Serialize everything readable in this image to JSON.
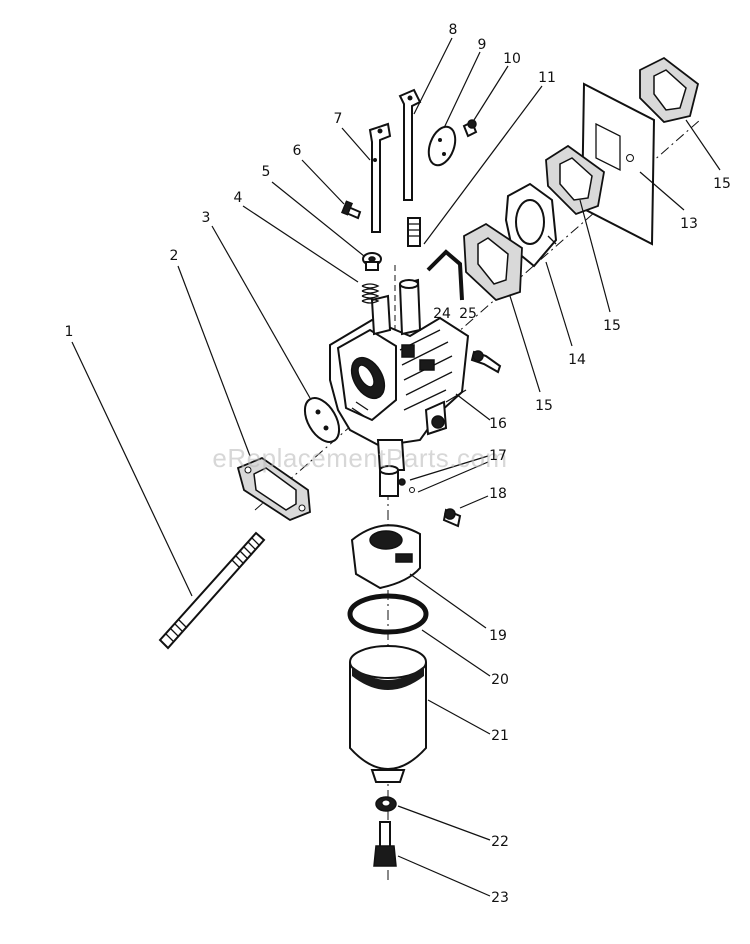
{
  "watermark": "eReplacementParts.com",
  "callouts": [
    {
      "id": "1",
      "label": "1"
    },
    {
      "id": "2",
      "label": "2"
    },
    {
      "id": "3",
      "label": "3"
    },
    {
      "id": "4",
      "label": "4"
    },
    {
      "id": "5",
      "label": "5"
    },
    {
      "id": "6",
      "label": "6"
    },
    {
      "id": "7",
      "label": "7"
    },
    {
      "id": "8",
      "label": "8"
    },
    {
      "id": "9",
      "label": "9"
    },
    {
      "id": "10",
      "label": "10"
    },
    {
      "id": "11",
      "label": "11"
    },
    {
      "id": "13",
      "label": "13"
    },
    {
      "id": "14",
      "label": "14"
    },
    {
      "id": "15a",
      "label": "15"
    },
    {
      "id": "15b",
      "label": "15"
    },
    {
      "id": "15c",
      "label": "15"
    },
    {
      "id": "16",
      "label": "16"
    },
    {
      "id": "17",
      "label": "17"
    },
    {
      "id": "18",
      "label": "18"
    },
    {
      "id": "19",
      "label": "19"
    },
    {
      "id": "20",
      "label": "20"
    },
    {
      "id": "21",
      "label": "21"
    },
    {
      "id": "22",
      "label": "22"
    },
    {
      "id": "23",
      "label": "23"
    },
    {
      "id": "24",
      "label": "24"
    },
    {
      "id": "25",
      "label": "25"
    }
  ]
}
